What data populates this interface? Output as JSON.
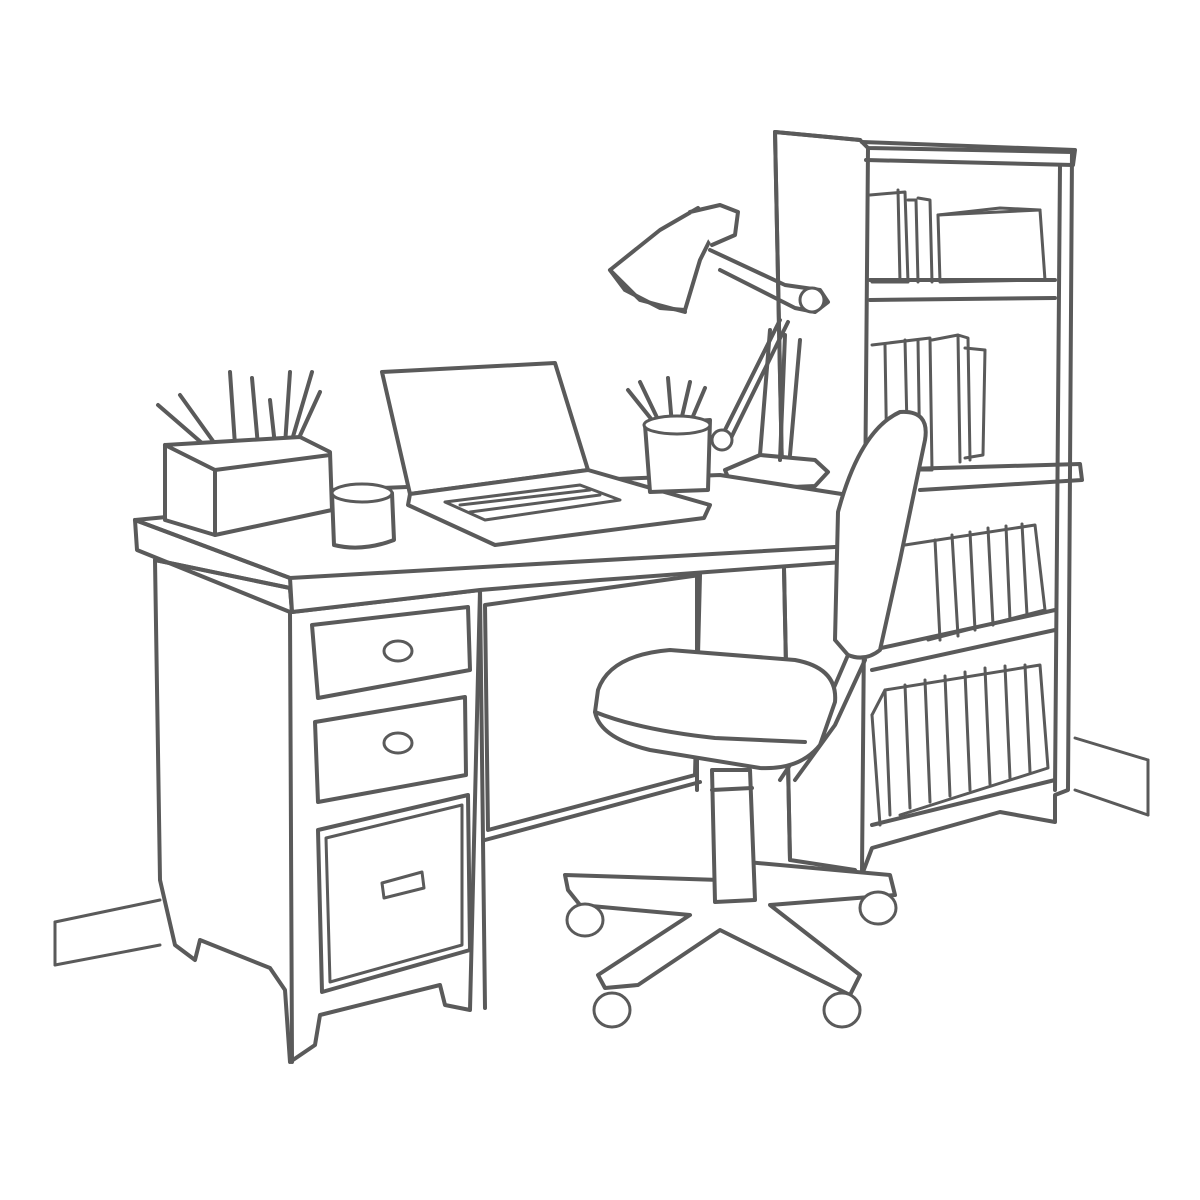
{
  "image": {
    "style": "line-art",
    "colors": {
      "line": "#5a5a5a",
      "background": "#ffffff"
    },
    "objects": [
      "floor-baseboard",
      "bookshelf",
      "desk",
      "desk-drawer",
      "file-cabinet-drawer",
      "pencil-holder",
      "coffee-cup",
      "laptop",
      "pen-cup",
      "desk-lamp",
      "office-chair"
    ]
  }
}
